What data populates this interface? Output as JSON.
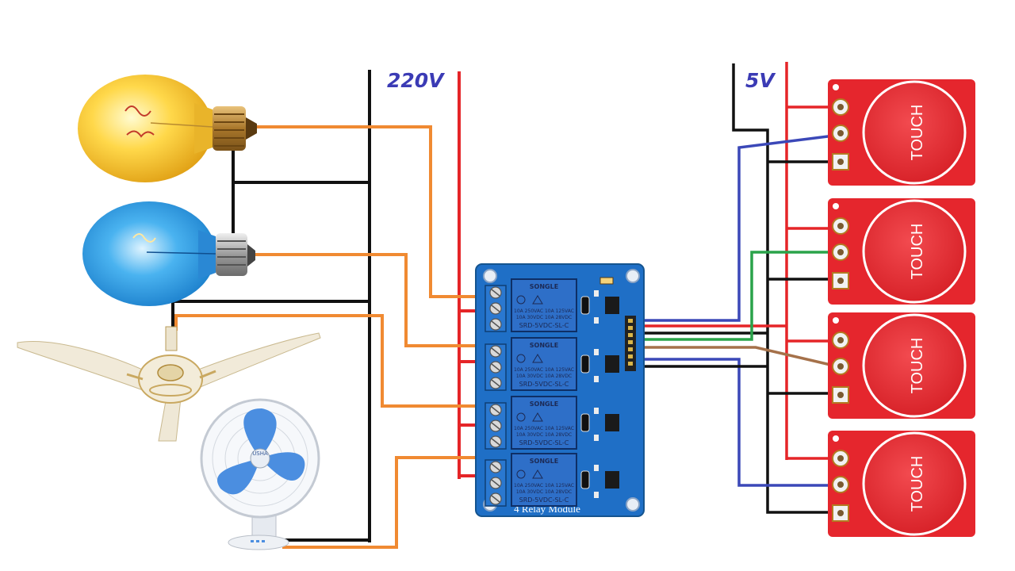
{
  "labels": {
    "mains_voltage": "220V",
    "dc_voltage": "5V",
    "module_name": "4 Relay Module",
    "fan_brand": "USHA"
  },
  "relays": [
    {
      "brand": "SONGLE",
      "rating_line1": "10A 250VAC  10A 125VAC",
      "rating_line2": "10A  30VDC  10A  28VDC",
      "model": "SRD-5VDC-SL-C"
    },
    {
      "brand": "SONGLE",
      "rating_line1": "10A 250VAC  10A 125VAC",
      "rating_line2": "10A  30VDC  10A  28VDC",
      "model": "SRD-5VDC-SL-C"
    },
    {
      "brand": "SONGLE",
      "rating_line1": "10A 250VAC  10A 125VAC",
      "rating_line2": "10A  30VDC  10A  28VDC",
      "model": "SRD-5VDC-SL-C"
    },
    {
      "brand": "SONGLE",
      "rating_line1": "10A 250VAC  10A 125VAC",
      "rating_line2": "10A  30VDC  10A  28VDC",
      "model": "SRD-5VDC-SL-C"
    }
  ],
  "touch_sensors": [
    {
      "label": "TOUCH"
    },
    {
      "label": "TOUCH"
    },
    {
      "label": "TOUCH"
    },
    {
      "label": "TOUCH"
    }
  ],
  "loads": [
    {
      "icon": "yellow-bulb-icon"
    },
    {
      "icon": "blue-bulb-icon"
    },
    {
      "icon": "ceiling-fan-icon"
    },
    {
      "icon": "table-fan-icon"
    }
  ],
  "colors": {
    "live_wire": "#e52528",
    "neutral_wire": "#111111",
    "load_wire": "#f08a32",
    "relay_board": "#1f6fc6",
    "touch_board": "#e5262d",
    "signal_blue": "#3b48b8",
    "signal_green": "#2aa34a",
    "signal_brown": "#a5714a",
    "label_text": "#3b3bb5"
  }
}
